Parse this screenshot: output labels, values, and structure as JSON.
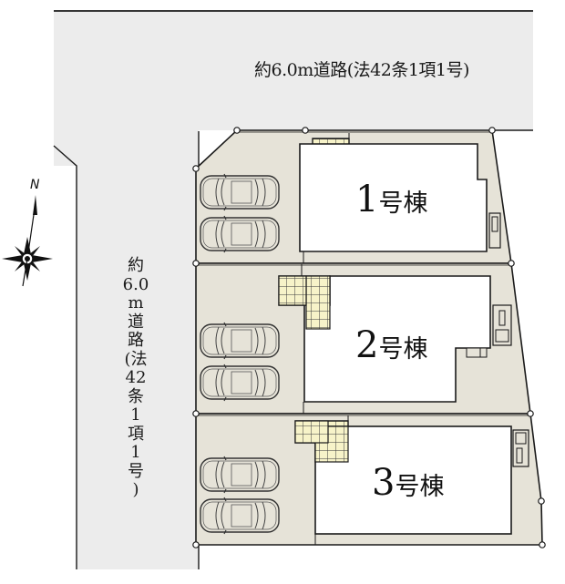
{
  "roads": {
    "north": {
      "label": "約6.0m道路(法42条1項1号)"
    },
    "west": {
      "label_chars": [
        "約",
        "6.0",
        "m",
        "道",
        "路",
        "(法",
        "42",
        "条",
        "1",
        "項",
        "1",
        "号",
        ")"
      ]
    }
  },
  "compass": {
    "label": "N"
  },
  "lots": [
    {
      "number": "1",
      "suffix": "号棟",
      "parking_spaces": 2
    },
    {
      "number": "2",
      "suffix": "号棟",
      "parking_spaces": 2
    },
    {
      "number": "3",
      "suffix": "号棟",
      "parking_spaces": 2
    }
  ],
  "colors": {
    "road": "#ececec",
    "lot_fill": "#e6e3d8",
    "building": "#ffffff",
    "tile": "#f7f3c9",
    "line": "#1a1a1a"
  }
}
